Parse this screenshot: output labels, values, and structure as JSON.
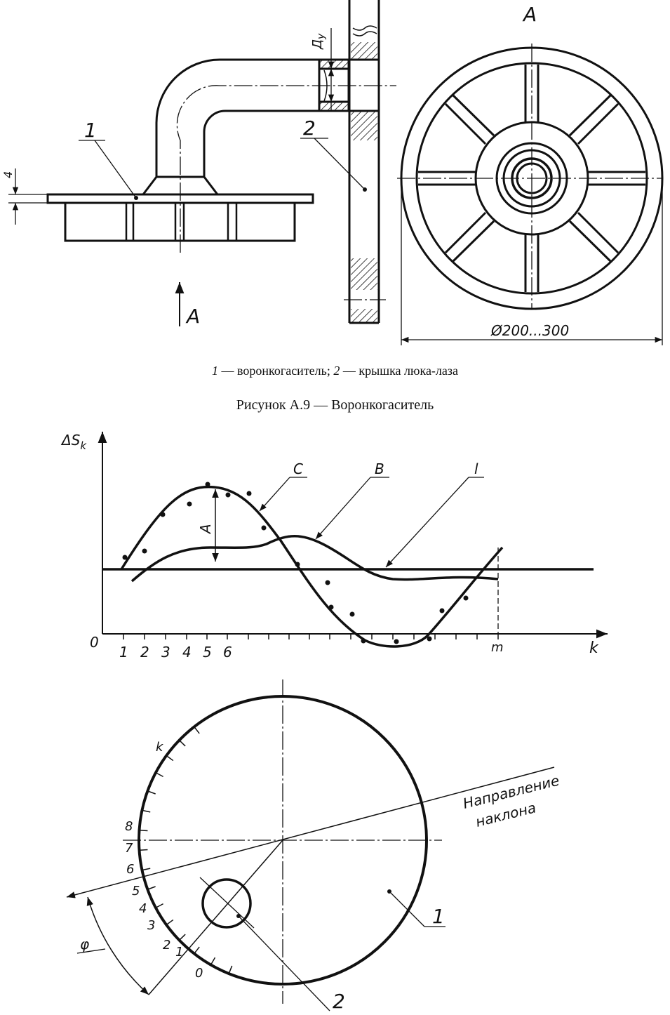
{
  "figure": {
    "view_letter": "A",
    "arrow_letter": "A",
    "part1": "1",
    "part2": "2",
    "dn_label": "Д",
    "dn_sub": "у",
    "dim_thickness": "4",
    "dim_diameter": "Ø200...300"
  },
  "caption": {
    "n1": "1",
    "t1": " — воронкогаситель; ",
    "n2": "2",
    "t2": " — крышка люка-лаза",
    "figure_title": "Рисунок  А.9 — Воронкогаситель"
  },
  "graph": {
    "y_label": "ΔS",
    "y_sub": "k",
    "x_label": "k",
    "origin": "0",
    "amplitude": "A",
    "curve_c": "C",
    "curve_b": "B",
    "curve_l": "l",
    "end_tick": "m",
    "ticks": [
      "1",
      "2",
      "3",
      "4",
      "5",
      "6"
    ]
  },
  "circle_diagram": {
    "marks": [
      "0",
      "1",
      "2",
      "3",
      "4",
      "5",
      "6",
      "7",
      "8"
    ],
    "top_mark": "k",
    "direction_line1": "Направление",
    "direction_line2": "наклона",
    "angle": "φ",
    "part1": "1",
    "part2": "2"
  }
}
